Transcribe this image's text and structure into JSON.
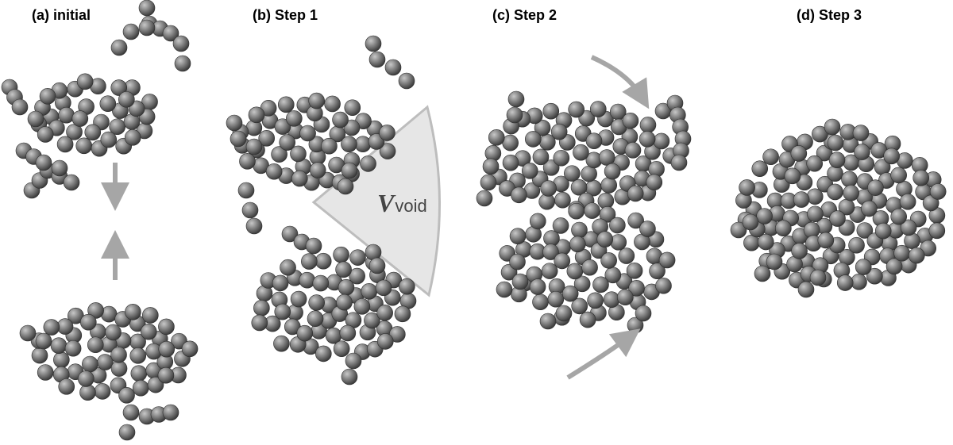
{
  "panels": [
    {
      "id": "a",
      "label": "(a) initial"
    },
    {
      "id": "b",
      "label": "(b) Step 1"
    },
    {
      "id": "c",
      "label": "(c) Step 2"
    },
    {
      "id": "d",
      "label": "(d) Step 3"
    }
  ],
  "void_label": {
    "main": "V",
    "sub": "void"
  },
  "colors": {
    "sphere_light": "#c8c8c8",
    "sphere_mid": "#7a7a7a",
    "sphere_dark": "#3a3a3a",
    "arrow": "#a6a6a6",
    "void_fill": "#e6e6e6",
    "void_stroke": "#bdbdbd"
  },
  "icons": [
    "sphere-icon",
    "arrow-up-icon",
    "arrow-down-icon",
    "curved-arrow-icon"
  ]
}
